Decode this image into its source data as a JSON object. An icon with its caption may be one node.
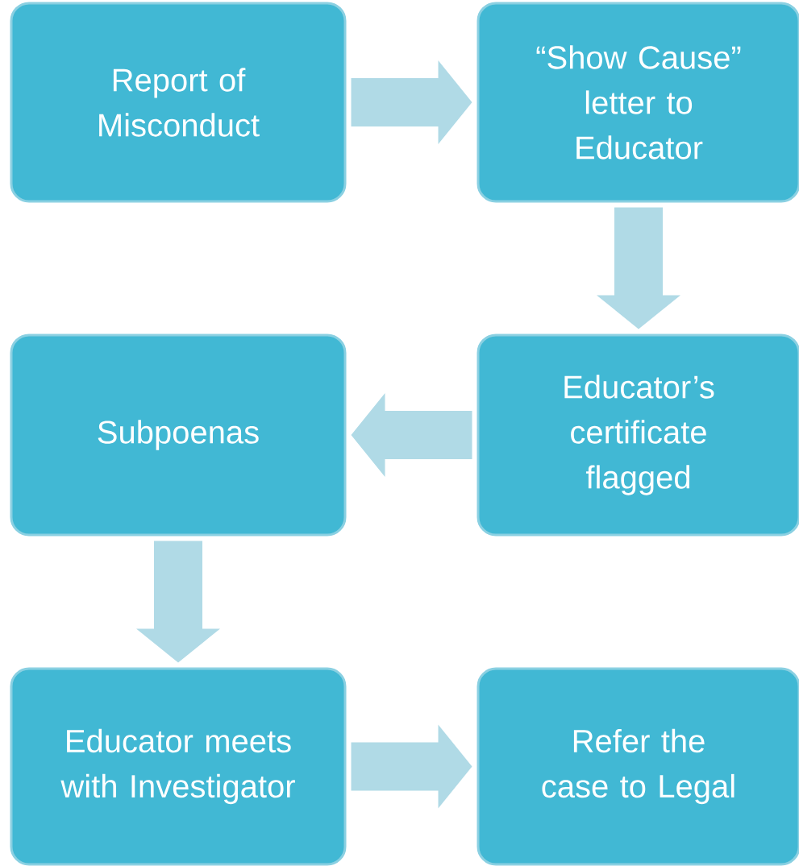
{
  "diagram": {
    "nodes": [
      {
        "text": [
          "Report of Misconduct"
        ]
      },
      {
        "text": [
          "“Show Cause” letter to Educator"
        ]
      },
      {
        "text": [
          "Educator’s certificate flagged"
        ]
      },
      {
        "text": [
          "Subpoenas"
        ]
      },
      {
        "text": [
          "Educator meets with Investigator"
        ]
      },
      {
        "text": [
          "Refer the case to Legal"
        ]
      }
    ],
    "edges": [
      {
        "from": 0,
        "to": 1,
        "arrow": "to"
      },
      {
        "from": 1,
        "to": 2,
        "arrow": "to"
      },
      {
        "from": 2,
        "to": 3,
        "arrow": "to"
      },
      {
        "from": 3,
        "to": 4,
        "arrow": "to"
      },
      {
        "from": 4,
        "to": 5,
        "arrow": "to"
      }
    ]
  }
}
